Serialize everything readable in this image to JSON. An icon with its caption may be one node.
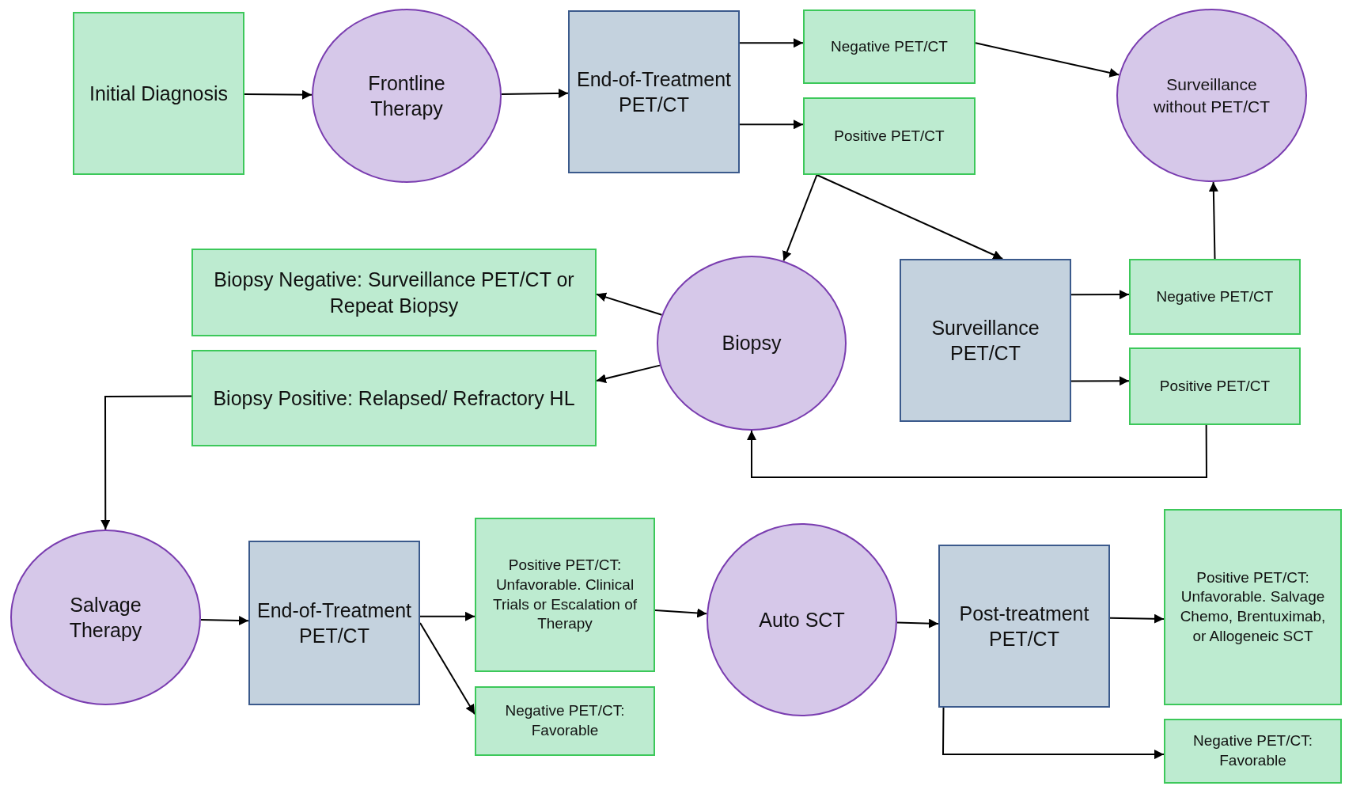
{
  "diagram": {
    "nodes": [
      {
        "text": [
          "Initial Diagnosis"
        ]
      },
      {
        "text": [
          "Frontline Therapy"
        ]
      },
      {
        "text": [
          "End-of-Treatment PET/CT"
        ]
      },
      {
        "text": [
          "Negative PET/CT"
        ]
      },
      {
        "text": [
          "Positive PET/CT"
        ]
      },
      {
        "text": [
          "Surveillance without PET/CT"
        ]
      },
      {
        "text": [
          "Biopsy Negative: Surveillance PET/CT or Repeat Biopsy"
        ]
      },
      {
        "text": [
          "Biopsy Positive: Relapsed/ Refractory HL"
        ]
      },
      {
        "text": [
          "Biopsy"
        ]
      },
      {
        "text": [
          "Surveillance PET/CT"
        ]
      },
      {
        "text": [
          "Negative PET/CT"
        ]
      },
      {
        "text": [
          "Positive PET/CT"
        ]
      },
      {
        "text": [
          "Salvage Therapy"
        ]
      },
      {
        "text": [
          "End-of-Treatment PET/CT"
        ]
      },
      {
        "text": [
          "Positive PET/CT: Unfavorable. Clinical Trials or Escalation of Therapy"
        ]
      },
      {
        "text": [
          "Negative PET/CT: Favorable"
        ]
      },
      {
        "text": [
          "Auto SCT"
        ]
      },
      {
        "text": [
          "Post-treatment PET/CT"
        ]
      },
      {
        "text": [
          "Positive PET/CT: Unfavorable. Salvage Chemo, Brentuximab, or Allogeneic SCT"
        ]
      },
      {
        "text": [
          "Negative PET/CT: Favorable"
        ]
      }
    ],
    "edges": [
      {
        "from": 0,
        "to": 1,
        "arrow": "to"
      },
      {
        "from": 1,
        "to": 2,
        "arrow": "to"
      },
      {
        "from": 2,
        "to": 3,
        "arrow": "to"
      },
      {
        "from": 2,
        "to": 4,
        "arrow": "to"
      },
      {
        "from": 3,
        "to": 5,
        "arrow": "to"
      },
      {
        "from": 4,
        "to": 8,
        "arrow": "to"
      },
      {
        "from": 4,
        "to": 9,
        "arrow": "to"
      },
      {
        "from": 8,
        "to": 6,
        "arrow": "to"
      },
      {
        "from": 8,
        "to": 7,
        "arrow": "to"
      },
      {
        "from": 9,
        "to": 10,
        "arrow": "to"
      },
      {
        "from": 9,
        "to": 11,
        "arrow": "to"
      },
      {
        "from": 10,
        "to": 5,
        "arrow": "to"
      },
      {
        "from": 11,
        "to": 8,
        "arrow": "to"
      },
      {
        "from": 7,
        "to": 12,
        "arrow": "to"
      },
      {
        "from": 12,
        "to": 13,
        "arrow": "to"
      },
      {
        "from": 13,
        "to": 14,
        "arrow": "to"
      },
      {
        "from": 13,
        "to": 15,
        "arrow": "to"
      },
      {
        "from": 14,
        "to": 16,
        "arrow": "to"
      },
      {
        "from": 16,
        "to": 17,
        "arrow": "to"
      },
      {
        "from": 17,
        "to": 18,
        "arrow": "to"
      },
      {
        "from": 17,
        "to": 19,
        "arrow": "to"
      }
    ]
  }
}
